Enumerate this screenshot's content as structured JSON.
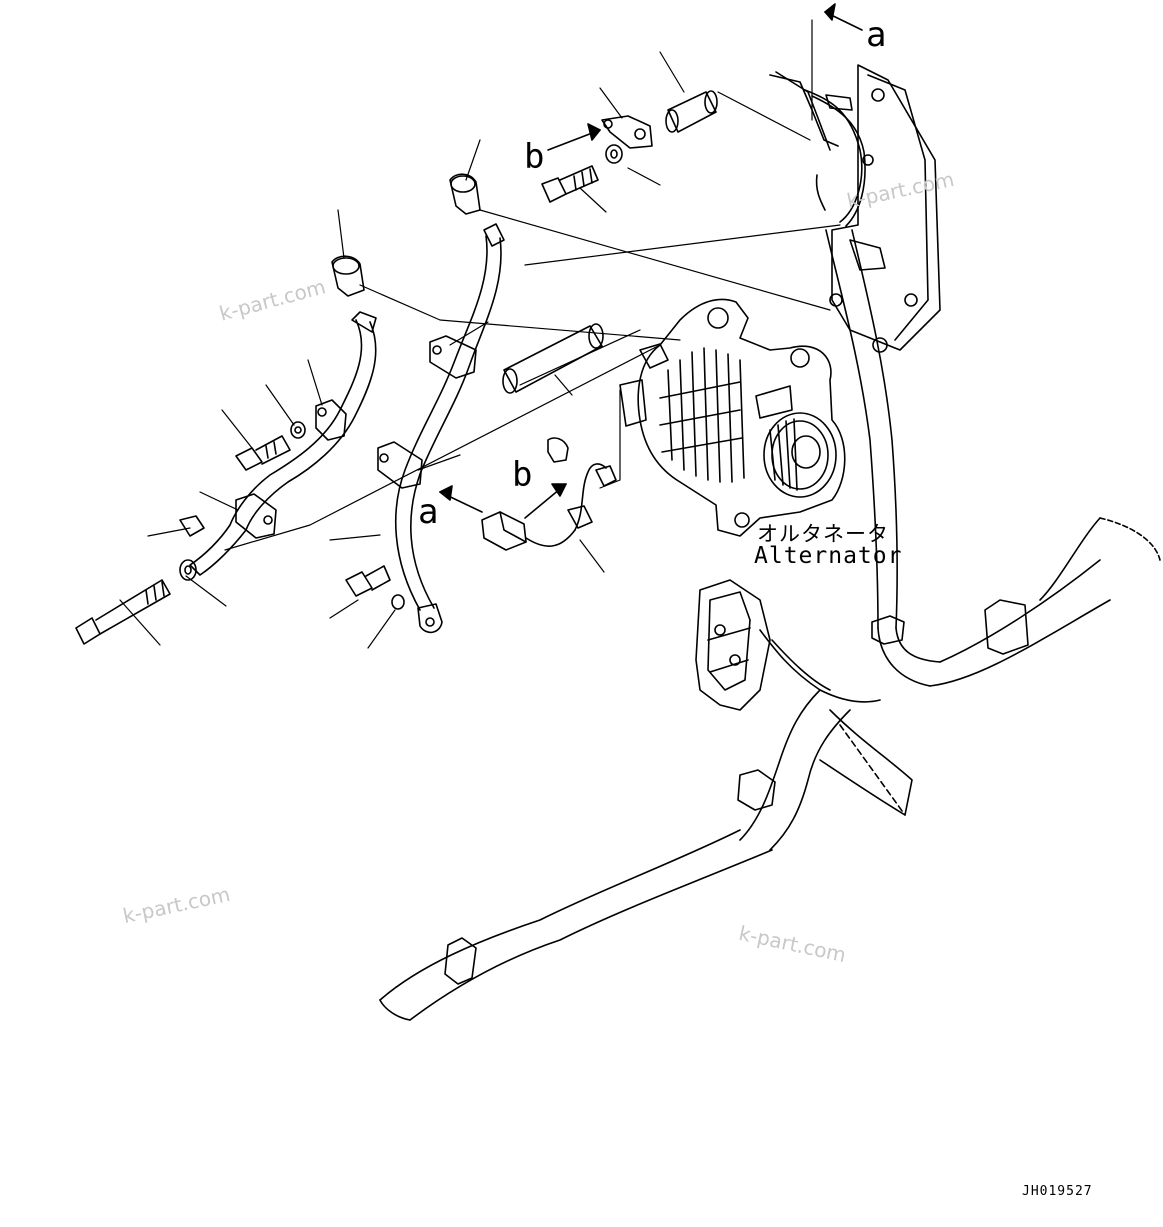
{
  "callouts": {
    "a_top": "a",
    "b_top": "b",
    "b_mid": "b",
    "a_mid": "a"
  },
  "component_label_jp": "オルタネータ",
  "component_label_en": "Alternator",
  "document_id": "JH019527",
  "watermarks": [
    "k-part.com",
    "k-part.com",
    "k-part.com",
    "k-part.com"
  ],
  "colors": {
    "line": "#000000",
    "background": "#ffffff",
    "watermark": "#c8c8c8"
  }
}
